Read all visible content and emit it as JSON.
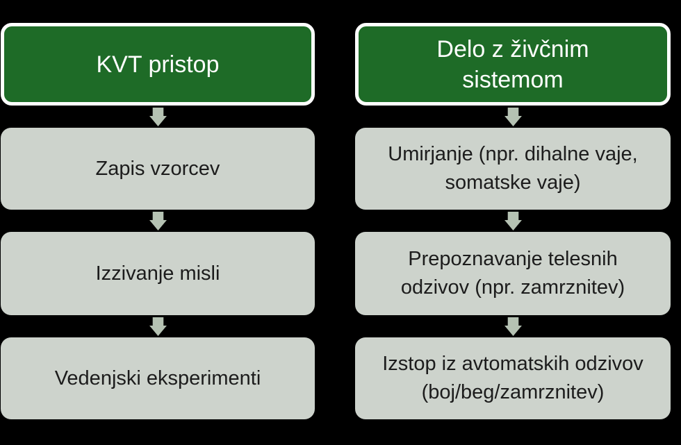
{
  "diagram": {
    "background_color": "#000000",
    "colors": {
      "header_bg": "#1e6b27",
      "header_border": "#ffffff",
      "header_text": "#ffffff",
      "step_bg": "#cdd3cc",
      "step_text": "#1c1c1c",
      "arrow": "#b5c2b3"
    },
    "columns": [
      {
        "header": "KVT pristop",
        "steps": [
          "Zapis vzorcev",
          "Izzivanje misli",
          "Vedenjski eksperimenti"
        ]
      },
      {
        "header": "Delo z živčnim sistemom",
        "steps": [
          "Umirjanje (npr. dihalne vaje, somatske vaje)",
          "Prepoznavanje telesnih odzivov (npr. zamrznitev)",
          "Izstop iz avtomatskih odzivov (boj/beg/zamrznitev)"
        ]
      }
    ]
  }
}
